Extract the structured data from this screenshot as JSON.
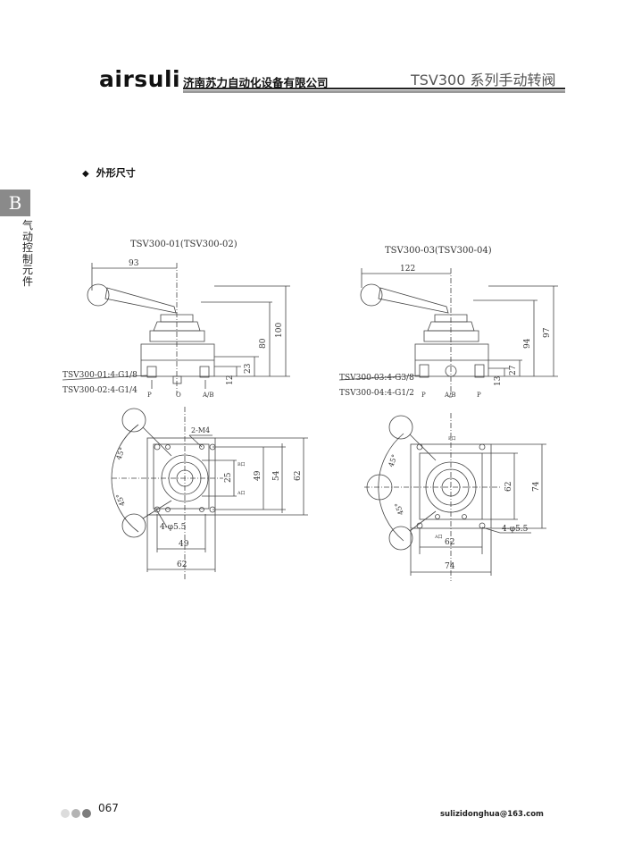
{
  "header": {
    "brand": "airsuli",
    "company": "济南苏力自动化设备有限公司",
    "series_title": "TSV300 系列手动转阀"
  },
  "section_title": "外形尺寸",
  "side_tab": {
    "letter": "B",
    "text": "气动控制元件"
  },
  "left_model": {
    "title": "TSV300-01(TSV300-02)",
    "port_note_1": "TSV300-01:4-G1/8",
    "port_note_2": "TSV300-02:4-G1/4",
    "port_labels": [
      "P",
      "O",
      "A/B"
    ],
    "dim_width": "93",
    "dim_heights": [
      "80",
      "100",
      "23",
      "12"
    ],
    "bottom_dims": [
      "49",
      "62"
    ],
    "right_dims": [
      "25",
      "49",
      "54",
      "62"
    ],
    "callout_thread": "2-M4",
    "callout_hole": "4-φ5.5",
    "angles": [
      "45°",
      "45°"
    ],
    "marks": [
      "B口",
      "A口"
    ]
  },
  "right_model": {
    "title": "TSV300-03(TSV300-04)",
    "port_note_1": "TSV300-03:4-G3/8",
    "port_note_2": "TSV300-04:4-G1/2",
    "port_labels": [
      "P",
      "A/B",
      "P"
    ],
    "dim_width": "122",
    "dim_heights": [
      "94",
      "97",
      "27",
      "13"
    ],
    "bottom_dims": [
      "62",
      "74"
    ],
    "right_dims": [
      "62",
      "74"
    ],
    "callout_hole": "4-φ5.5",
    "angles": [
      "45°",
      "45°"
    ],
    "marks": [
      "B口",
      "A口"
    ]
  },
  "footer": {
    "page_number": "067",
    "email": "sulizidonghua@163.com",
    "dot_colors": [
      "#dcdcdc",
      "#b4b4b4",
      "#7d7d7d"
    ]
  }
}
